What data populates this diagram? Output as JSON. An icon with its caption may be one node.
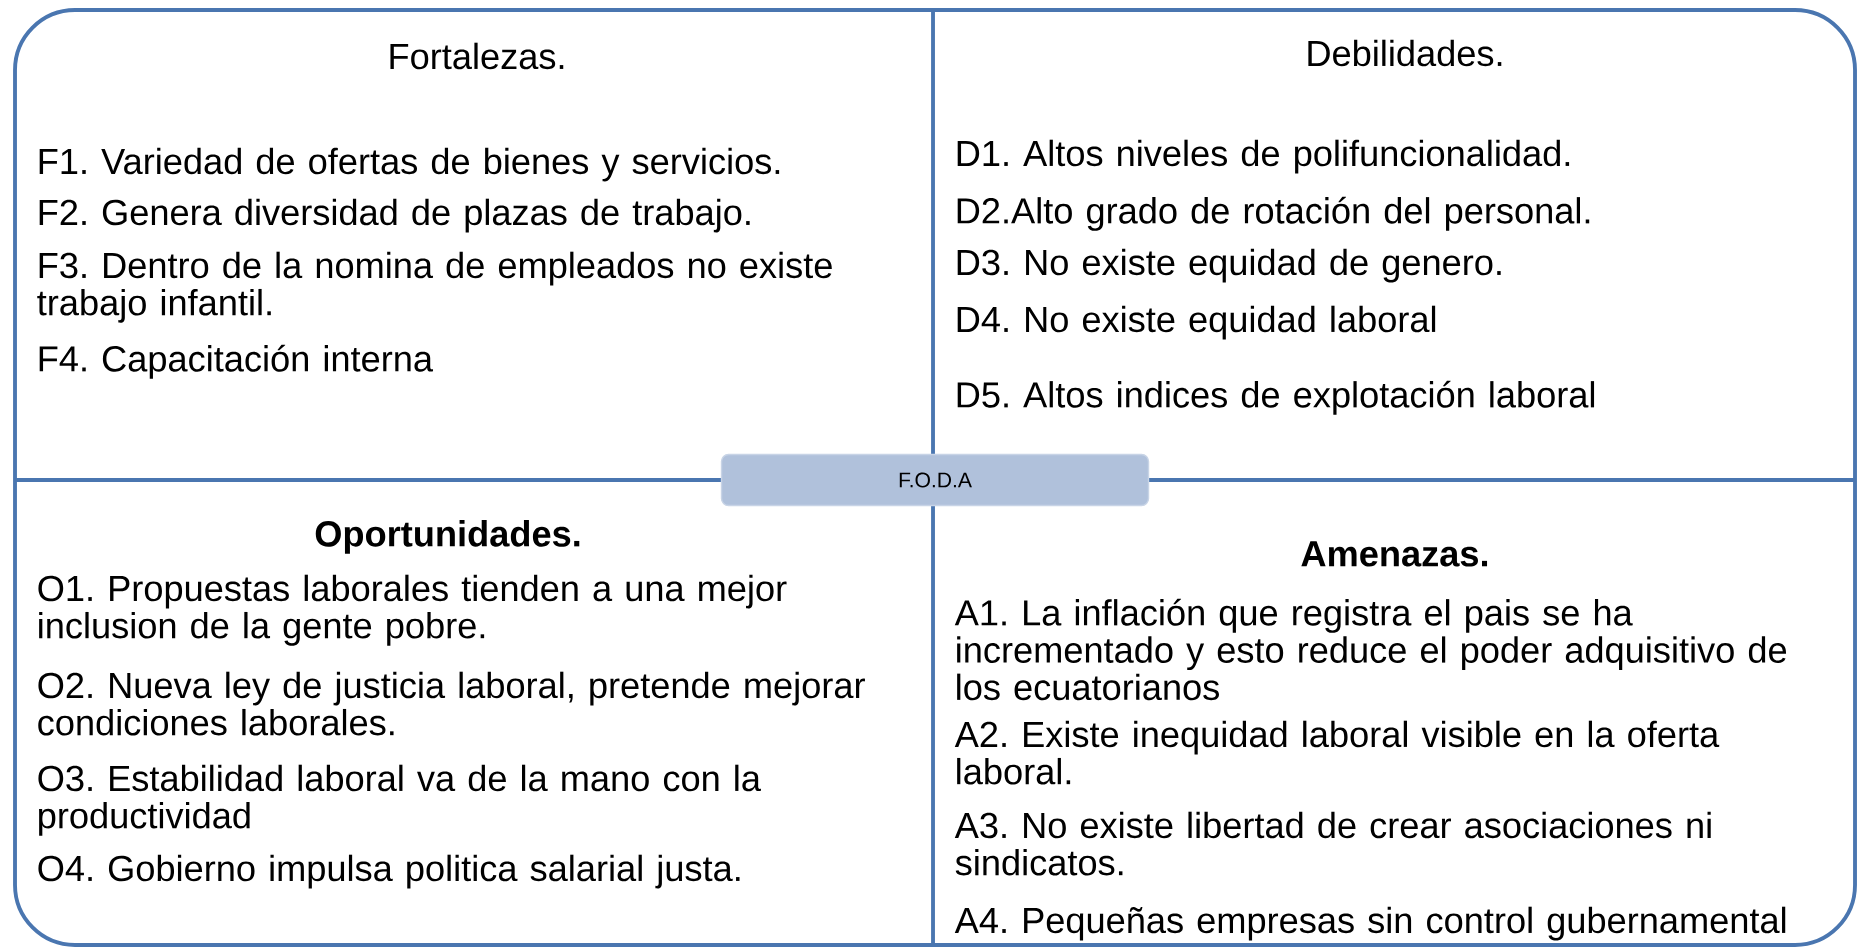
{
  "diagram": {
    "nodes": [
      {
        "text": [
          "Fortalezas.",
          "F1. Variedad de ofertas de bienes y servicios.",
          "F2. Genera diversidad de plazas de trabajo.",
          "F3. Dentro de la nomina de empleados no existe trabajo infantil.",
          "F4. Capacitación interna"
        ]
      },
      {
        "text": [
          "Debilidades.",
          "D1. Altos niveles de polifuncionalidad.",
          "D2.Alto grado de rotación del personal.",
          "D3. No existe equidad de genero.",
          "D4. No existe equidad laboral",
          "D5. Altos indices de explotación laboral"
        ]
      },
      {
        "text": [
          "Oportunidades.",
          "O1. Propuestas laborales tienden a una mejor inclusion de la gente pobre.",
          "O2. Nueva ley de justicia laboral, pretende mejorar condiciones laborales.",
          "O3. Estabilidad laboral va de la mano con la productividad",
          "O4. Gobierno impulsa politica salarial justa."
        ]
      },
      {
        "text": [
          "Amenazas.",
          "A1. La inflación que registra el pais se ha incrementado y esto reduce el poder adquisitivo de los ecuatorianos",
          "A2. Existe inequidad laboral visible en la oferta laboral.",
          "A3. No existe libertad de crear asociaciones ni sindicatos.",
          "A4. Pequeñas empresas sin control gubernamental"
        ]
      },
      {
        "text": [
          "F.O.D.A"
        ]
      }
    ]
  }
}
